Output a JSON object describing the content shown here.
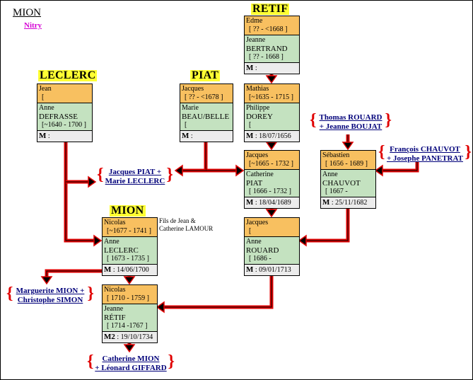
{
  "header": {
    "title": "MION",
    "subtitle": "Nitry"
  },
  "families": {
    "retif": "RETIF",
    "leclerc": "LECLERC",
    "piat": "PIAT",
    "mion": "MION"
  },
  "couples": {
    "retif": {
      "husband_name": "Edme",
      "husband_dates": "[ ?? - <1668 ]",
      "wife_first": "Jeanne",
      "wife_last": "BERTRAND",
      "wife_dates": "[ ?? - 1668 ]",
      "marriage_label": "M",
      "marriage_date": " : "
    },
    "leclerc": {
      "husband_name": "Jean",
      "husband_dates": "[",
      "wife_first": "Anne",
      "wife_last": "DEFRASSE",
      "wife_dates": "[~1640 - 1700 ]",
      "marriage_label": "M",
      "marriage_date": " : "
    },
    "piat": {
      "husband_name": "Jacques",
      "husband_dates": "[ ?? - <1678 ]",
      "wife_first": "Marie",
      "wife_last": "BEAU/BELLE",
      "wife_dates": "[",
      "marriage_label": "M",
      "marriage_date": " : "
    },
    "retif2": {
      "husband_name": "Mathias",
      "husband_dates": "[~1635 - 1715 ]",
      "wife_first": "Philippe",
      "wife_last": "DOREY",
      "wife_dates": "[",
      "marriage_label": "M",
      "marriage_date": " : 18/07/1656"
    },
    "retif3": {
      "husband_name": "Jacques",
      "husband_dates": "[~1665 - 1732 ]",
      "wife_first": "Catherine",
      "wife_last": "PIAT",
      "wife_dates": "[ 1666 - 1732 ]",
      "marriage_label": "M",
      "marriage_date": " : 18/04/1689"
    },
    "rouard": {
      "husband_name": "Sébastien",
      "husband_dates": "[ 1656 - 1689 ]",
      "wife_first": "Anne",
      "wife_last": "CHAUVOT",
      "wife_dates": "[ 1667 -",
      "marriage_label": "M",
      "marriage_date": " : 25/11/1682"
    },
    "mion": {
      "husband_name": "Nicolas",
      "husband_dates": "[~1677 - 1741 ]",
      "wife_first": "Anne",
      "wife_last": "LECLERC",
      "wife_dates": "[ 1673 - 1735 ]",
      "marriage_label": "M",
      "marriage_date": " : 14/06/1700"
    },
    "retif4": {
      "husband_name": "Jacques",
      "husband_dates": "[",
      "wife_first": "Anne",
      "wife_last": "ROUARD",
      "wife_dates": "[ 1686 -",
      "marriage_label": "M",
      "marriage_date": " : 09/01/1713"
    },
    "mion2": {
      "husband_name": "Nicolas",
      "husband_dates": "[ 1710 - 1759 ]",
      "wife_first": "Jeanne",
      "wife_last": "RÉTIF",
      "wife_dates": "[ 1714 -1767 ]",
      "marriage_label": "M2",
      "marriage_date": " : 19/10/1734"
    }
  },
  "note_mion": [
    "Fils de Jean &",
    "Catherine LAMOUR"
  ],
  "links": {
    "rouard_boujat": [
      "Thomas ROUARD",
      "+ Jeanne BOUJAT"
    ],
    "chauvot_panetrat": [
      "François CHAUVOT",
      "+ Josephe PANETRAT"
    ],
    "piat_leclerc": [
      "Jacques PIAT +",
      "Marie LECLERC"
    ],
    "mion_simon": [
      "Marguerite MION +",
      "Christophe SIMON"
    ],
    "mion_giffard": [
      "Catherine MION",
      "+ Léonard GIFFARD"
    ]
  },
  "colors": {
    "husband_bg": "#f8c060",
    "wife_bg": "#c4e2c0",
    "marriage_bg": "#ececec",
    "family_highlight": "#ffff33",
    "arrow": "#e00000",
    "link": "#00007a",
    "subtitle": "#d400d4"
  }
}
